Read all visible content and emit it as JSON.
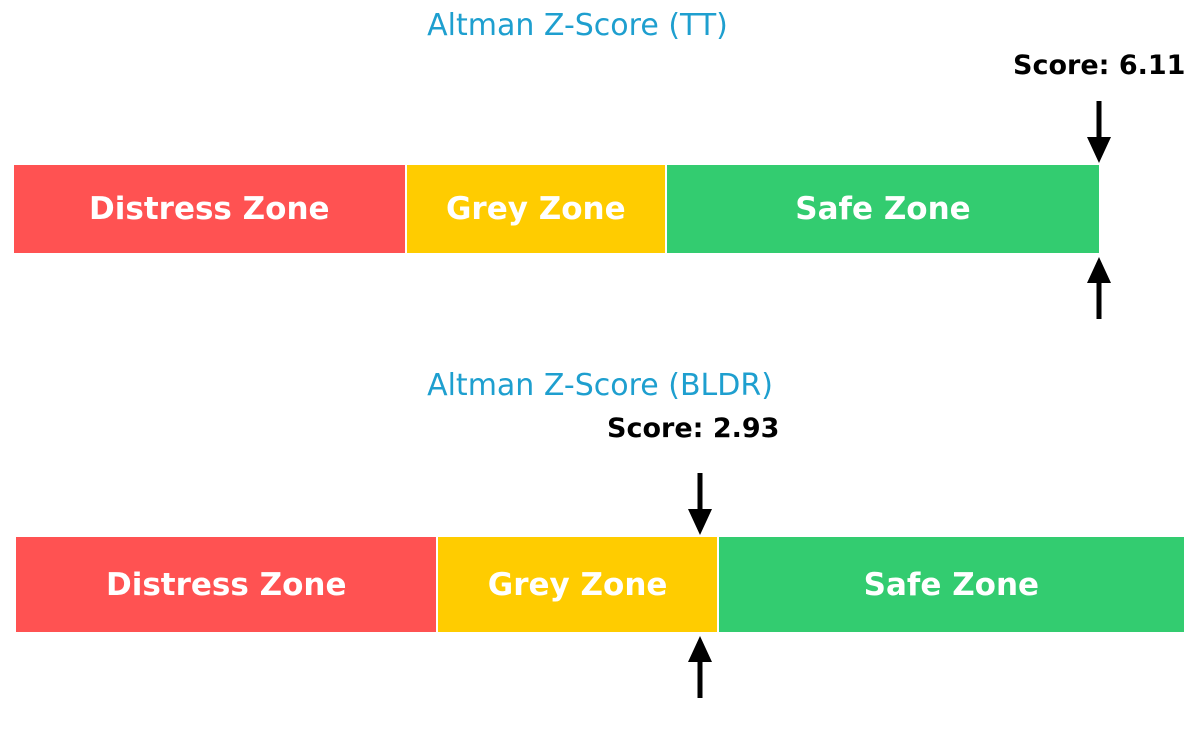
{
  "chart_data": [
    {
      "type": "bar",
      "title": "Altman Z-Score (TT)",
      "score_label": "Score: 6.11",
      "score": 6.11,
      "zones": [
        {
          "name": "Distress Zone",
          "from": 0,
          "to": 1.8,
          "color": "#ff5252"
        },
        {
          "name": "Grey Zone",
          "from": 1.8,
          "to": 3.0,
          "color": "#ffcc00"
        },
        {
          "name": "Safe Zone",
          "from": 3.0,
          "to": 5.0,
          "color": "#33cc70"
        }
      ],
      "xlim": [
        0,
        5.0
      ]
    },
    {
      "type": "bar",
      "title": "Altman Z-Score (BLDR)",
      "score_label": "Score: 2.93",
      "score": 2.93,
      "zones": [
        {
          "name": "Distress Zone",
          "from": 0,
          "to": 1.8,
          "color": "#ff5252"
        },
        {
          "name": "Grey Zone",
          "from": 1.8,
          "to": 3.0,
          "color": "#ffcc00"
        },
        {
          "name": "Safe Zone",
          "from": 3.0,
          "to": 5.0,
          "color": "#33cc70"
        }
      ],
      "xlim": [
        0,
        5.0
      ]
    }
  ]
}
